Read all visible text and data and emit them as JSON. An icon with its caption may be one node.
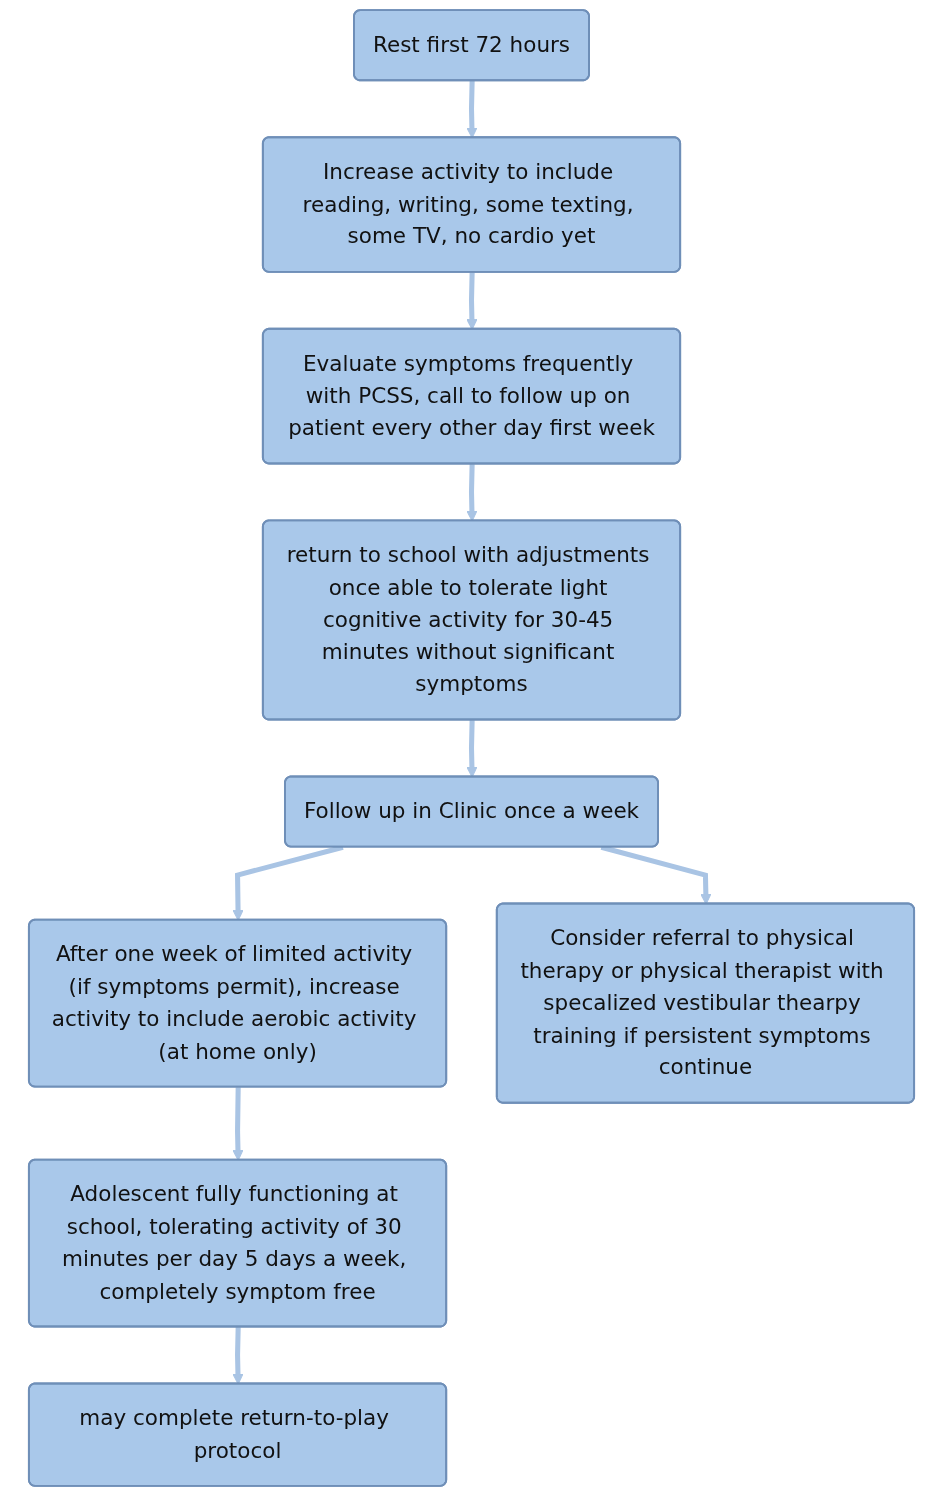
{
  "diagram": {
    "nodes": [
      {
        "text": [
          "Rest first 72 hours"
        ]
      },
      {
        "text": [
          "Increase activity to include reading, writing, some texting, some TV, no cardio yet"
        ]
      },
      {
        "text": [
          "Evaluate symptoms frequently with PCSS, call to follow up on patient every other day first week"
        ]
      },
      {
        "text": [
          "return to school with adjustments once able to tolerate light cognitive activity for 30-45 minutes without significant symptoms"
        ]
      },
      {
        "text": [
          "Follow up in Clinic once a week"
        ]
      },
      {
        "text": [
          "After one week of limited activity (if symptoms permit), increase activity to include aerobic activity (at home only)"
        ]
      },
      {
        "text": [
          "Consider referral to physical therapy or physical therapist with specalized vestibular thearpy training if persistent symptoms continue"
        ]
      },
      {
        "text": [
          "Adolescent fully functioning at school, tolerating activity of 30 minutes per day 5 days a week, completely symptom free"
        ]
      },
      {
        "text": [
          "may complete return-to-play protocol"
        ]
      }
    ],
    "edges": [
      {
        "from": 0,
        "to": 1,
        "arrow": "to"
      },
      {
        "from": 1,
        "to": 2,
        "arrow": "to"
      },
      {
        "from": 2,
        "to": 3,
        "arrow": "to"
      },
      {
        "from": 3,
        "to": 4,
        "arrow": "to"
      },
      {
        "from": 4,
        "to": 5,
        "arrow": "to"
      },
      {
        "from": 4,
        "to": 6,
        "arrow": "to"
      },
      {
        "from": 5,
        "to": 7,
        "arrow": "to"
      },
      {
        "from": 7,
        "to": 8,
        "arrow": "to"
      }
    ]
  }
}
